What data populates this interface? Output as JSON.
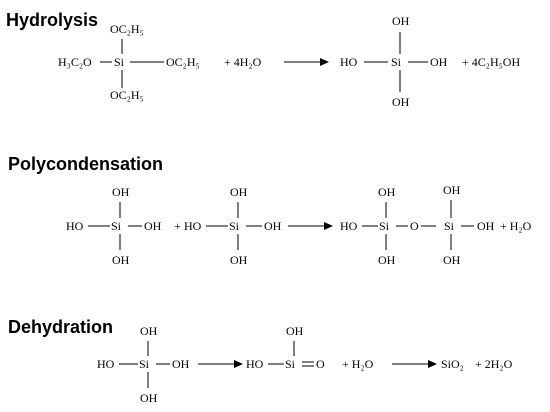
{
  "sections": {
    "hydrolysis": {
      "title": "Hydrolysis",
      "left_group_left": "H₃C₂O",
      "si": "Si",
      "left_group_top": "OC₂H₅",
      "left_group_right": "OC₂H₅",
      "left_group_bottom": "OC₂H₅",
      "plus_reagent": "+ 4H₂O",
      "product_top": "OH",
      "product_left": "HO",
      "product_right": "OH",
      "product_bottom": "OH",
      "byproduct": "+ 4C₂H₅OH"
    },
    "polycondensation": {
      "title": "Polycondensation",
      "si": "Si",
      "oh": "OH",
      "ho": "HO",
      "plus": "+",
      "bridge_o": "O",
      "water": "+ H₂O"
    },
    "dehydration": {
      "title": "Dehydration",
      "si": "Si",
      "oh": "OH",
      "ho": "HO",
      "double_o": "O",
      "plus_water": "+ H₂O",
      "product": "SiO₂",
      "plus_water2": "+ 2H₂O"
    }
  }
}
